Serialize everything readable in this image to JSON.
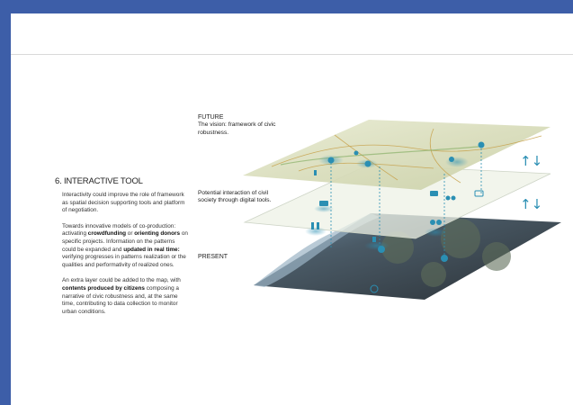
{
  "slide": {
    "section_title": "6. INTERACTIVE TOOL",
    "paragraph_1": "Interactivity could improve the role of framework as spatial decision supporting tools and platform of negotiation.",
    "paragraph_2": {
      "part_1": "Towards innovative models of co-production: activating ",
      "bold_1": "crowdfunding",
      "part_2": " or ",
      "bold_2": "orienting donors",
      "part_3": " on specific projects. Information on the patterns could be expanded and ",
      "bold_3": "updated in real time:",
      "part_4": " verifying progresses in patterns realization or the qualities and performativity of realized ones."
    },
    "paragraph_3": {
      "part_1": "An extra layer could be added to the map, with ",
      "bold_1": "contents produced by citizens",
      "part_2": " composing a narrative of civic robustness and, at the same time, contributing to data collection to monitor urban conditions."
    }
  },
  "diagram": {
    "future_title": "FUTURE",
    "future_desc": "The vision: framework of civic robustness.",
    "middle_desc": "Potential interaction of civil society through digital tools.",
    "present_title": "PRESENT",
    "arrow_icon": "up-down-arrows-icon",
    "colors": {
      "accent": "#2a8fb3",
      "frame": "#3d5ea8",
      "satellite": "#3a4550",
      "map": "#dfe3c4"
    }
  }
}
